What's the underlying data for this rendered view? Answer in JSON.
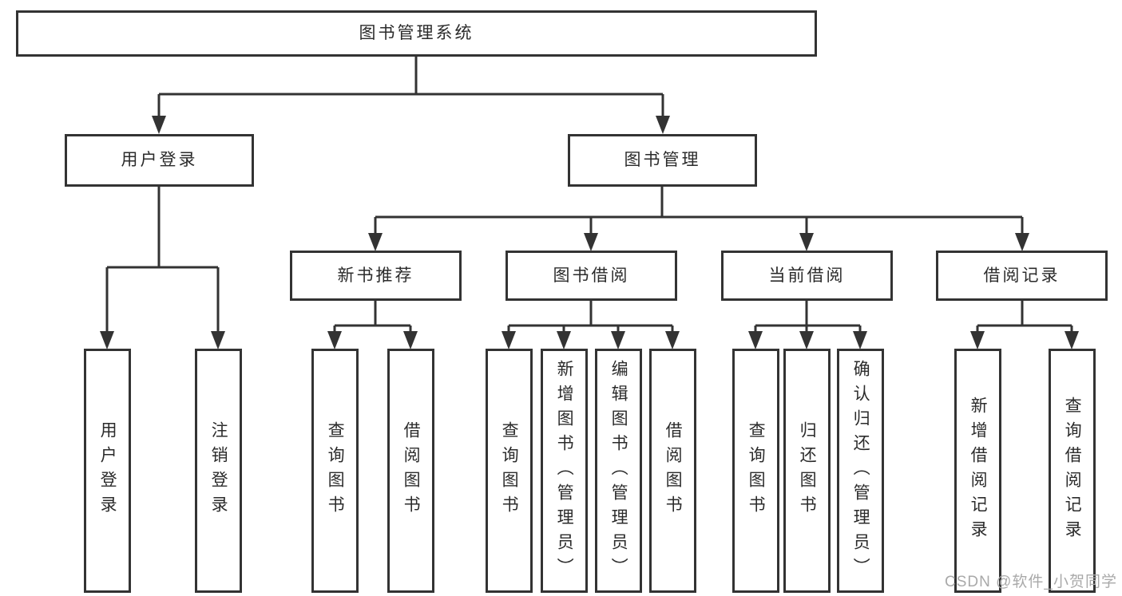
{
  "diagram": {
    "nodes": {
      "root": "图书管理系统",
      "user_login": "用户登录",
      "book_management": "图书管理",
      "new_book_recommend": "新书推荐",
      "book_borrowing": "图书借阅",
      "current_borrowing": "当前借阅",
      "borrowing_records": "借阅记录",
      "leaf_user_login": "用户登录",
      "leaf_logout": "注销登录",
      "leaf_query_books_recommend": "查询图书",
      "leaf_borrow_books_recommend": "借阅图书",
      "leaf_query_books_borrowing": "查询图书",
      "leaf_add_books_admin": "新增图书（管理员）",
      "leaf_edit_books_admin": "编辑图书（管理员）",
      "leaf_borrow_books_borrowing": "借阅图书",
      "leaf_query_books_current": "查询图书",
      "leaf_return_books": "归还图书",
      "leaf_confirm_return_admin": "确认归还（管理员）",
      "leaf_add_borrow_record": "新增借阅记录",
      "leaf_query_borrow_record": "查询借阅记录"
    }
  },
  "watermark": "CSDN @软件_小贺同学",
  "colors": {
    "line": "#333333",
    "text": "#2b2b2b",
    "watermark": "#a9a9a9",
    "background": "#ffffff"
  }
}
